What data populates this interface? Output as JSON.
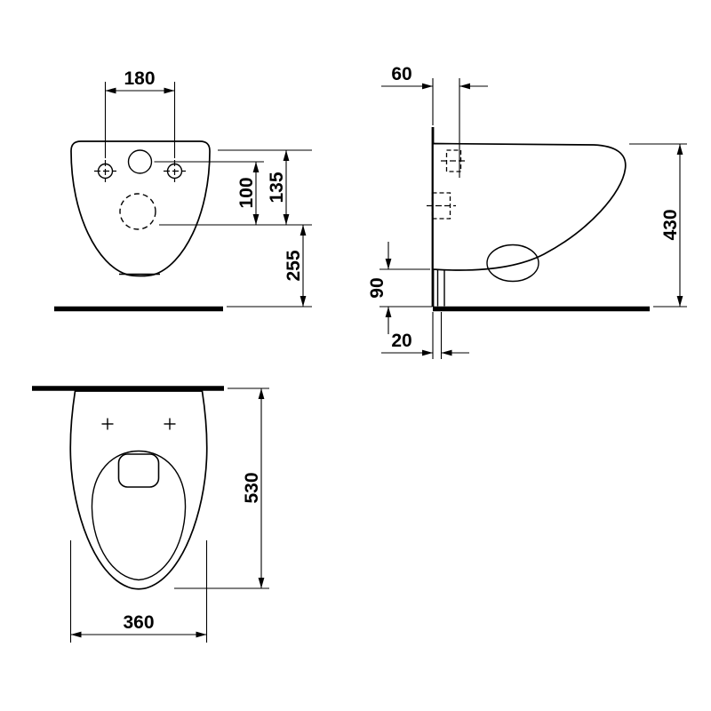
{
  "drawing": {
    "background": "#ffffff",
    "line_color": "#000000",
    "subject": "wall-hung toilet technical dimension drawing",
    "views": {
      "front": {
        "dims": {
          "hole_spacing": "180",
          "flush_center": "100",
          "flush_top": "135",
          "outlet_height": "255"
        }
      },
      "side": {
        "dims": {
          "fixing_offset": "60",
          "height": "430",
          "bottom_clearance": "90",
          "outlet_offset": "20"
        }
      },
      "top": {
        "dims": {
          "depth": "530",
          "width": "360"
        }
      }
    }
  }
}
